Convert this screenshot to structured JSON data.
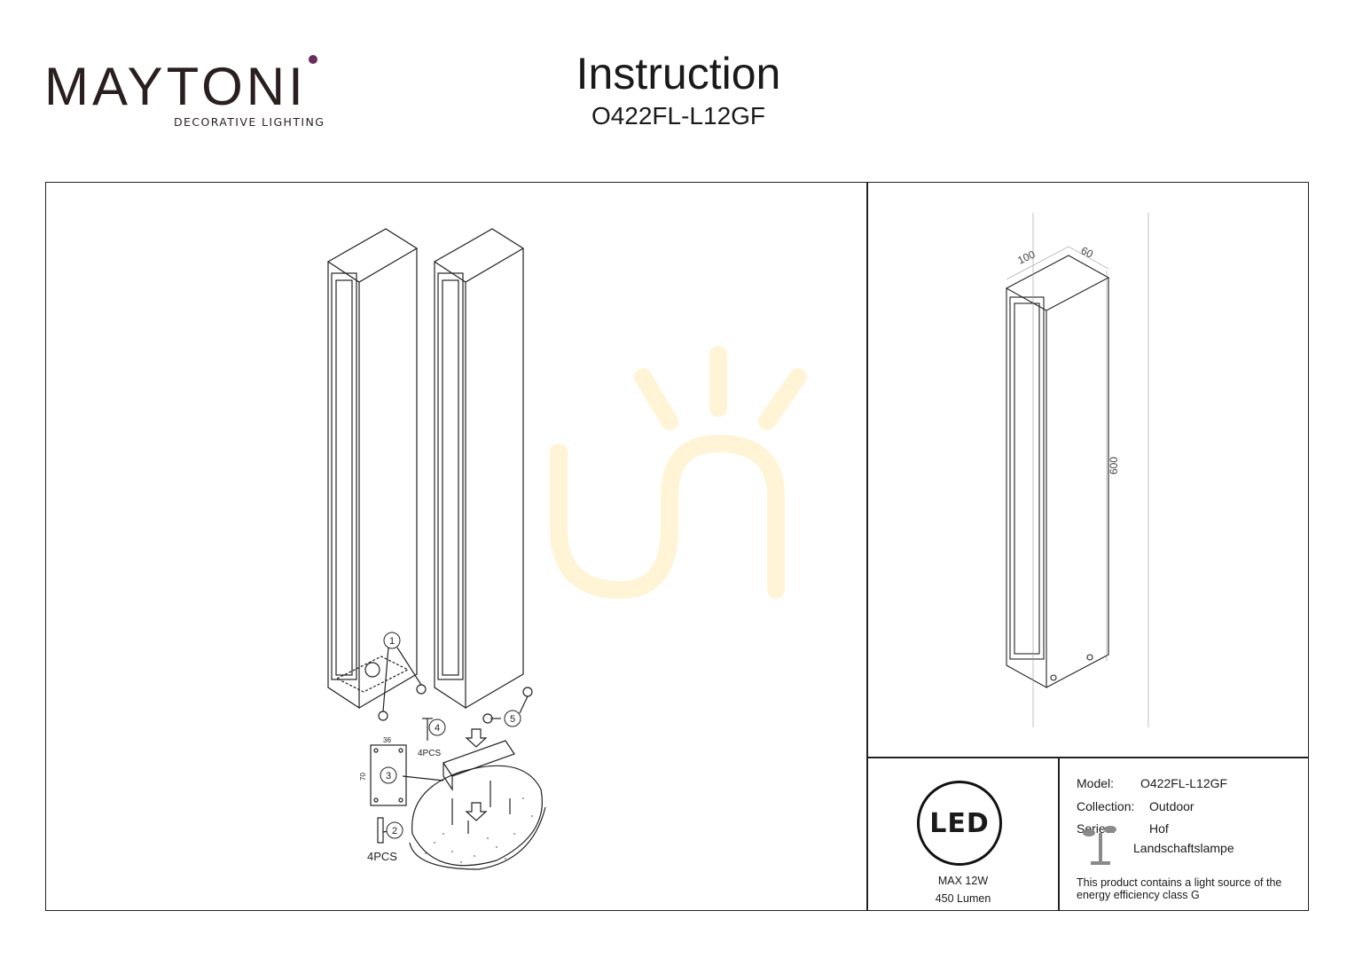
{
  "brand": {
    "name": "MAYTONI",
    "tagline": "DECORATIVE LIGHTING",
    "accent_color": "#6a2b5b"
  },
  "header": {
    "title": "Instruction",
    "model_code": "O422FL-L12GF"
  },
  "assembly": {
    "callouts": [
      "1",
      "2",
      "3",
      "4",
      "5"
    ],
    "quantity_label_small": "4PCS",
    "quantity_label_large": "4PCS",
    "plate_width": "36",
    "plate_height": "70"
  },
  "dimensions": {
    "width": "100",
    "depth": "60",
    "height": "600"
  },
  "led": {
    "badge": "LED",
    "power": "MAX 12W",
    "lumen": "450 Lumen"
  },
  "specs": {
    "model_label": "Model:",
    "model_value": "O422FL-L12GF",
    "collection_label": "Collection:",
    "collection_value": "Outdoor",
    "series_label": "Series:",
    "series_value": "Hof",
    "type_value": "Landschaftslampe",
    "type_icon": "garden-lamp-icon"
  },
  "energy_note": "This product contains a light source of the energy efficiency class G"
}
